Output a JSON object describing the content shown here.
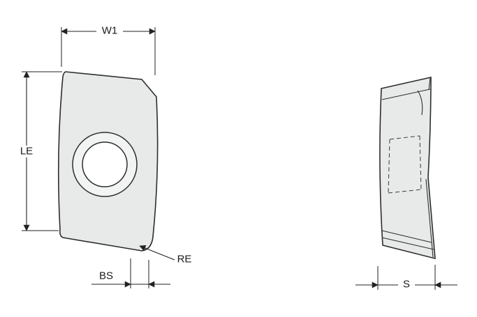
{
  "drawing": {
    "description": "Milling insert dimension drawing, front and side views",
    "dimension_labels": {
      "width": "W1",
      "length": "LE",
      "corner_radius": "RE",
      "bottom_facet": "BS",
      "thickness": "S"
    },
    "colors": {
      "part_fill": "#e8eaea",
      "hole_ring_fill": "#f2f3f3",
      "hole_fill": "#ffffff",
      "line": "#2d2d2d"
    }
  }
}
